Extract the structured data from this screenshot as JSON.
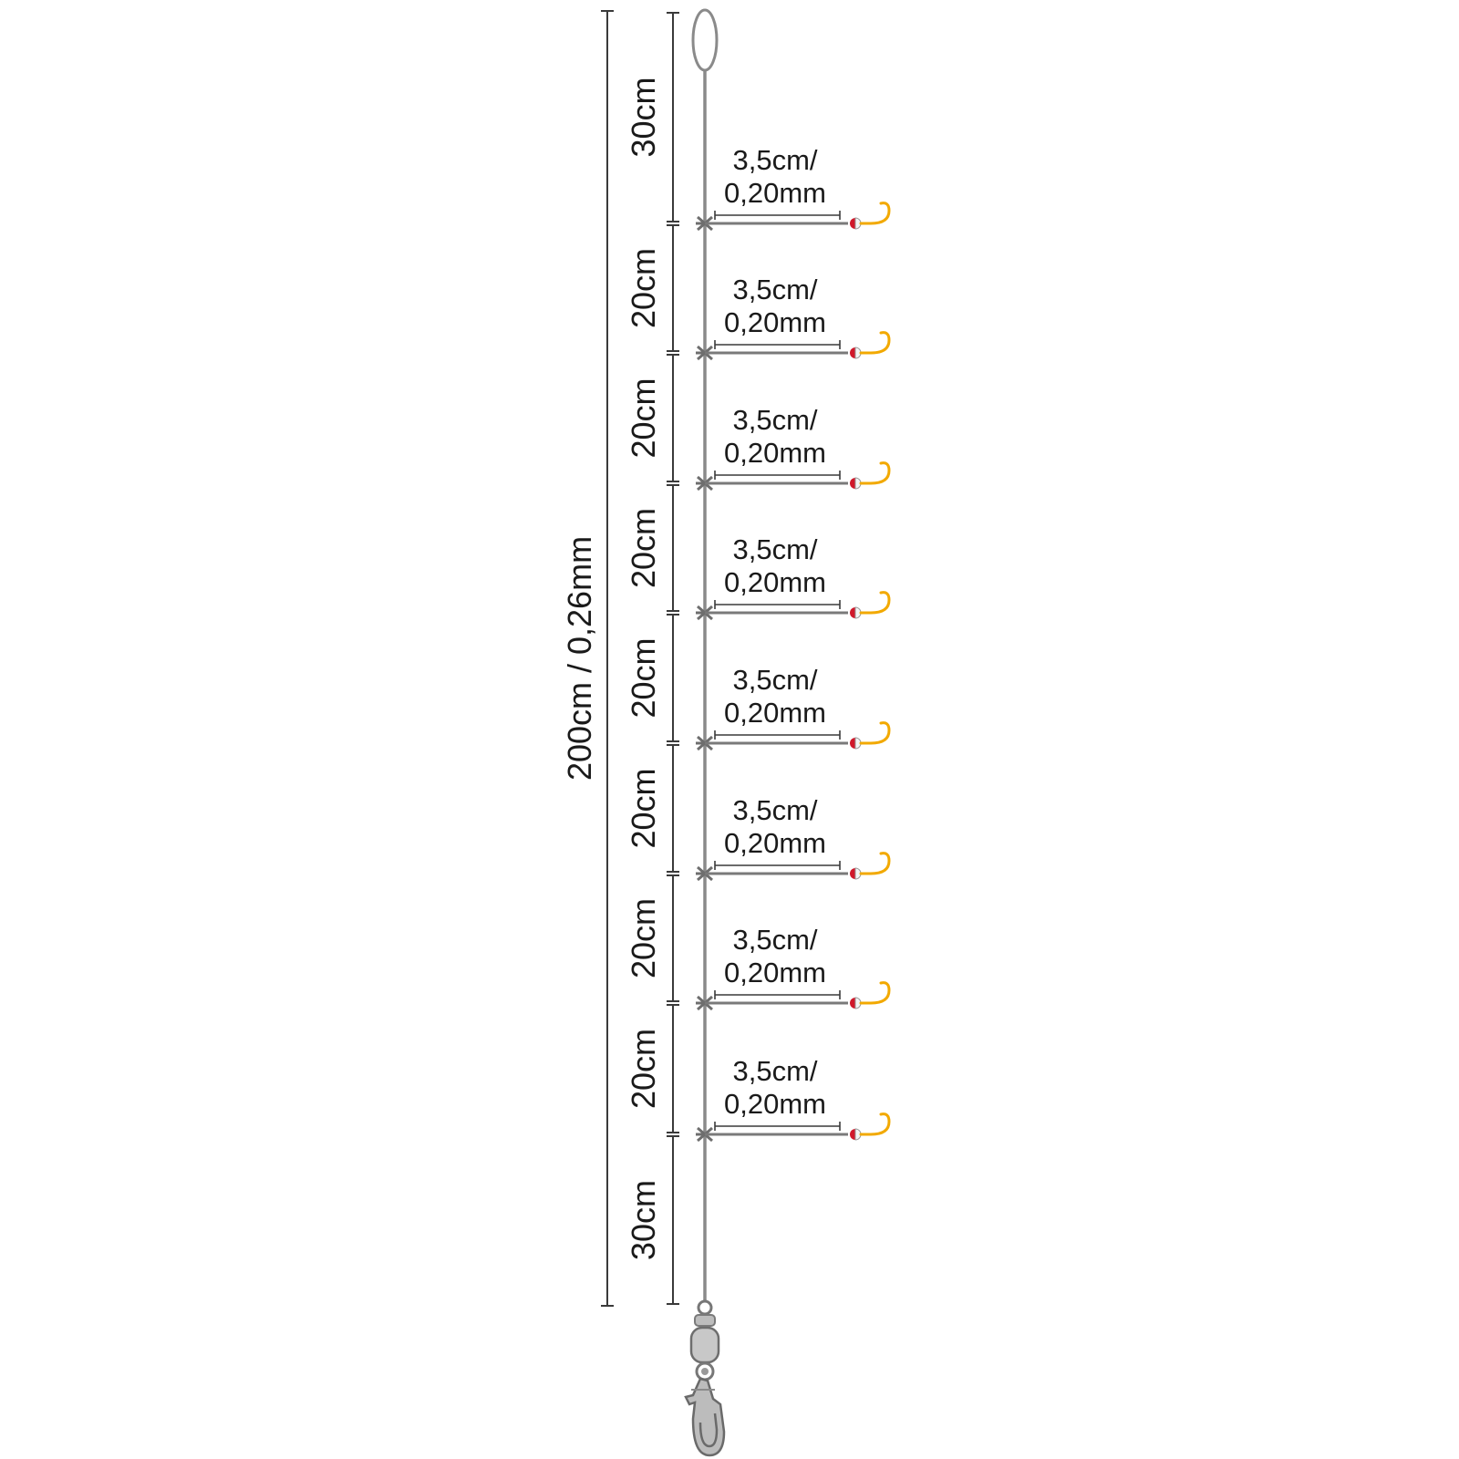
{
  "diagram": {
    "total_label": "200cm / 0,26mm",
    "segments": [
      {
        "label": "30cm"
      },
      {
        "label": "20cm"
      },
      {
        "label": "20cm"
      },
      {
        "label": "20cm"
      },
      {
        "label": "20cm"
      },
      {
        "label": "20cm"
      },
      {
        "label": "20cm"
      },
      {
        "label": "20cm"
      },
      {
        "label": "30cm"
      }
    ],
    "droppers": [
      {
        "line1": "3,5cm/",
        "line2": "0,20mm"
      },
      {
        "line1": "3,5cm/",
        "line2": "0,20mm"
      },
      {
        "line1": "3,5cm/",
        "line2": "0,20mm"
      },
      {
        "line1": "3,5cm/",
        "line2": "0,20mm"
      },
      {
        "line1": "3,5cm/",
        "line2": "0,20mm"
      },
      {
        "line1": "3,5cm/",
        "line2": "0,20mm"
      },
      {
        "line1": "3,5cm/",
        "line2": "0,20mm"
      },
      {
        "line1": "3,5cm/",
        "line2": "0,20mm"
      }
    ],
    "colors": {
      "line": "#8a8a8a",
      "bead_red": "#d0182a",
      "bead_white": "#f4f4f4",
      "hook": "#f2a900",
      "swivel": "#9a9a9a"
    }
  }
}
